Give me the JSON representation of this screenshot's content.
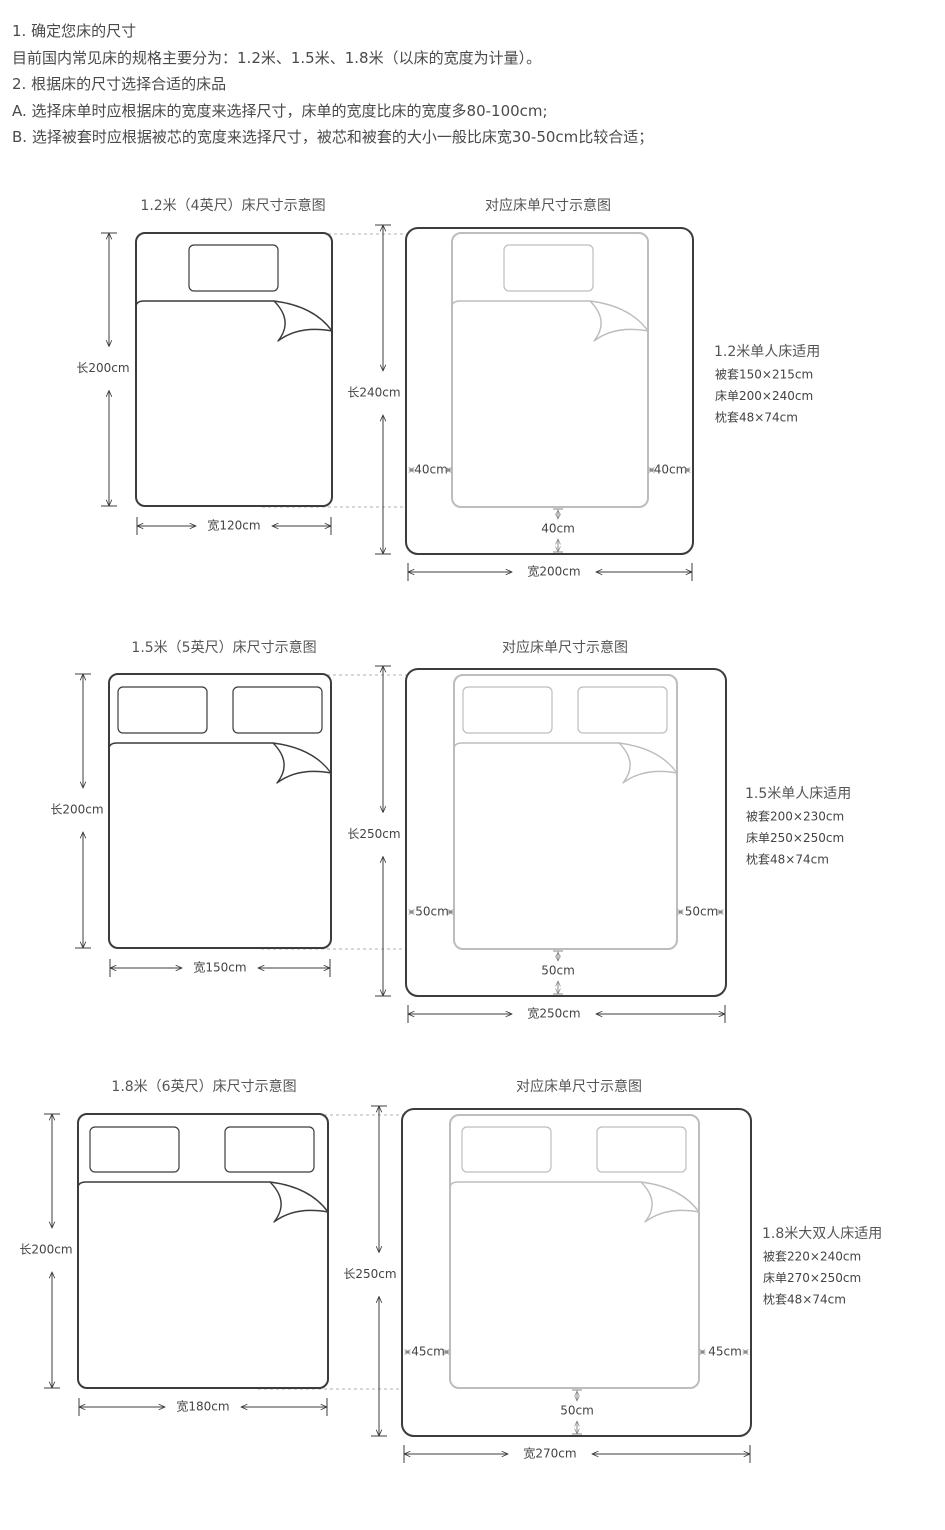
{
  "intro": [
    "1.  确定您床的尺寸",
    "目前国内常见床的规格主要分为：1.2米、1.5米、1.8米（以床的宽度为计量）。",
    "2.  根据床的尺寸选择合适的床品",
    "A. 选择床单时应根据床的宽度来选择尺寸，床单的宽度比床的宽度多80-100cm;",
    "B. 选择被套时应根据被芯的宽度来选择尺寸，被芯和被套的大小一般比床宽30-50cm比较合适；"
  ],
  "sections": [
    {
      "bed_title": "1.2米（4英尺）床尺寸示意图",
      "sheet_title": "对应床单尺寸示意图",
      "bed_length": "长200cm",
      "bed_width": "宽120cm",
      "sheet_length": "长240cm",
      "sheet_width": "宽200cm",
      "side_margin_left": "40cm",
      "side_margin_right": "40cm",
      "bottom_margin": "40cm",
      "pillows": 1,
      "fit_title": "1.2米单人床适用",
      "fit_lines": [
        "被套150×215cm",
        "床单200×240cm",
        "枕套48×74cm"
      ]
    },
    {
      "bed_title": "1.5米（5英尺）床尺寸示意图",
      "sheet_title": "对应床单尺寸示意图",
      "bed_length": "长200cm",
      "bed_width": "宽150cm",
      "sheet_length": "长250cm",
      "sheet_width": "宽250cm",
      "side_margin_left": "50cm",
      "side_margin_right": "50cm",
      "bottom_margin": "50cm",
      "pillows": 2,
      "fit_title": "1.5米单人床适用",
      "fit_lines": [
        "被套200×230cm",
        "床单250×250cm",
        "枕套48×74cm"
      ]
    },
    {
      "bed_title": "1.8米（6英尺）床尺寸示意图",
      "sheet_title": "对应床单尺寸示意图",
      "bed_length": "长200cm",
      "bed_width": "宽180cm",
      "sheet_length": "长250cm",
      "sheet_width": "宽270cm",
      "side_margin_left": "45cm",
      "side_margin_right": "45cm",
      "bottom_margin": "50cm",
      "pillows": 2,
      "fit_title": "1.8米大双人床适用",
      "fit_lines": [
        "被套220×240cm",
        "床单270×250cm",
        "枕套48×74cm"
      ]
    }
  ],
  "colors": {
    "outline_dark": "#3c3c3c",
    "outline_light": "#bdbdbd",
    "dashed": "#b0b0b0",
    "text": "#555555"
  }
}
